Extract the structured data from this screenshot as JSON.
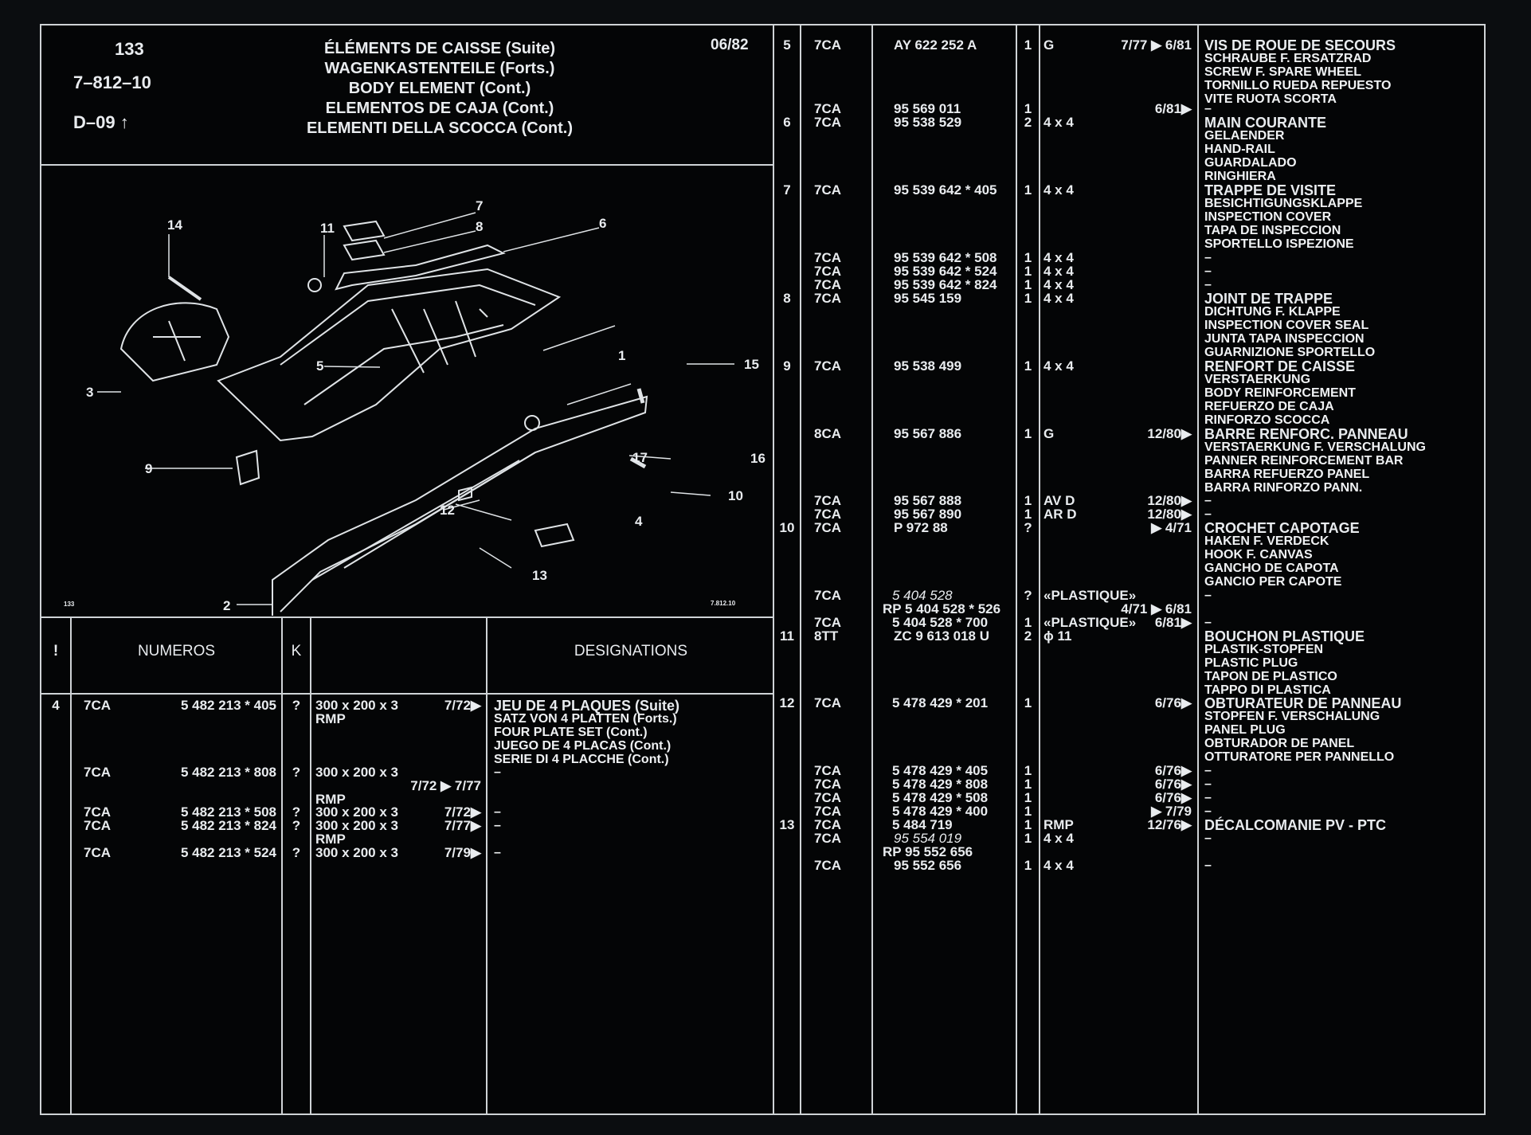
{
  "header": {
    "page": "133",
    "ref": "7–812–10",
    "section": "D–09",
    "date": "06/82",
    "titles": [
      "ÉLÉMENTS DE CAISSE (Suite)",
      "WAGENKASTENTEILE (Forts.)",
      "BODY ELEMENT (Cont.)",
      "ELEMENTOS DE CAJA (Cont.)",
      "ELEMENTI DELLA SCOCCA (Cont.)"
    ]
  },
  "diagram": {
    "page_label": "133",
    "figure_label": "7.812.10",
    "callouts": [
      "1",
      "2",
      "3",
      "4",
      "5",
      "6",
      "7",
      "8",
      "9",
      "10",
      "11",
      "12",
      "13",
      "14",
      "15",
      "16",
      "17"
    ]
  },
  "columns": {
    "item": "!",
    "numbers": "NUMEROS",
    "k": "K",
    "designations": "DESIGNATIONS"
  },
  "left_rows": [
    {
      "item": "4",
      "code": "7CA",
      "number": "5 482 213 * 405",
      "k": "?",
      "spec": "300 x 200 x 3",
      "date": "7/72▶",
      "extra": "RMP",
      "desc": [
        [
          "JEU DE 4 PLAQUES (Suite)",
          "main"
        ],
        [
          "SATZ VON 4 PLATTEN (Forts.)",
          "sub"
        ],
        [
          "FOUR PLATE SET (Cont.)",
          "sub"
        ],
        [
          "JUEGO DE 4 PLACAS (Cont.)",
          "sub"
        ],
        [
          "SERIE DI 4 PLACCHE (Cont.)",
          "sub"
        ]
      ]
    },
    {
      "item": "",
      "code": "7CA",
      "number": "5 482 213 * 808",
      "k": "?",
      "spec": "300 x 200 x 3",
      "date": "7/72 ▶ 7/77",
      "extra": "RMP",
      "desc": [
        [
          "–",
          "sub"
        ]
      ]
    },
    {
      "item": "",
      "code": "7CA",
      "number": "5 482 213 * 508",
      "k": "?",
      "spec": "300 x 200 x 3",
      "date": "7/72▶",
      "extra": "",
      "desc": [
        [
          "–",
          "sub"
        ]
      ]
    },
    {
      "item": "",
      "code": "7CA",
      "number": "5 482 213 * 824",
      "k": "?",
      "spec": "300 x 200 x 3",
      "date": "7/77▶",
      "extra": "RMP",
      "desc": [
        [
          "–",
          "sub"
        ]
      ]
    },
    {
      "item": "",
      "code": "7CA",
      "number": "5 482 213 * 524",
      "k": "?",
      "spec": "300 x 200 x 3",
      "date": "7/79▶",
      "extra": "",
      "desc": [
        [
          "–",
          "sub"
        ]
      ]
    }
  ],
  "right_rows": [
    {
      "item": "5",
      "code": "7CA",
      "number": "AY 622 252 A",
      "qty": "1",
      "spec": "G",
      "date": "7/77 ▶ 6/81",
      "desc": [
        [
          "VIS DE ROUE DE SECOURS",
          "main"
        ],
        [
          "SCHRAUBE F. ERSATZRAD",
          "sub"
        ],
        [
          "SCREW F. SPARE WHEEL",
          "sub"
        ],
        [
          "TORNILLO RUEDA REPUESTO",
          "sub"
        ],
        [
          "VITE RUOTA SCORTA",
          "sub"
        ]
      ]
    },
    {
      "item": "",
      "code": "7CA",
      "number": "95 569 011",
      "qty": "1",
      "spec": "",
      "date": "6/81▶",
      "desc": [
        [
          "–",
          "sub"
        ]
      ]
    },
    {
      "item": "6",
      "code": "7CA",
      "number": "95 538 529",
      "qty": "2",
      "spec": "4 x 4",
      "date": "",
      "desc": [
        [
          "MAIN COURANTE",
          "main"
        ],
        [
          "GELAENDER",
          "sub"
        ],
        [
          "HAND-RAIL",
          "sub"
        ],
        [
          "GUARDALADO",
          "sub"
        ],
        [
          "RINGHIERA",
          "sub"
        ]
      ]
    },
    {
      "item": "7",
      "code": "7CA",
      "number": "95 539 642 * 405",
      "qty": "1",
      "spec": "4 x 4",
      "date": "",
      "desc": [
        [
          "TRAPPE DE VISITE",
          "main"
        ],
        [
          "BESICHTIGUNGSKLAPPE",
          "sub"
        ],
        [
          "INSPECTION COVER",
          "sub"
        ],
        [
          "TAPA DE INSPECCION",
          "sub"
        ],
        [
          "SPORTELLO ISPEZIONE",
          "sub"
        ]
      ]
    },
    {
      "item": "",
      "code": "7CA",
      "number": "95 539 642 * 508",
      "qty": "1",
      "spec": "4 x 4",
      "date": "",
      "desc": [
        [
          "–",
          "sub"
        ]
      ]
    },
    {
      "item": "",
      "code": "7CA",
      "number": "95 539 642 * 524",
      "qty": "1",
      "spec": "4 x 4",
      "date": "",
      "desc": [
        [
          "–",
          "sub"
        ]
      ]
    },
    {
      "item": "",
      "code": "7CA",
      "number": "95 539 642 * 824",
      "qty": "1",
      "spec": "4 x 4",
      "date": "",
      "desc": [
        [
          "–",
          "sub"
        ]
      ]
    },
    {
      "item": "8",
      "code": "7CA",
      "number": "95 545 159",
      "qty": "1",
      "spec": "4 x 4",
      "date": "",
      "desc": [
        [
          "JOINT DE TRAPPE",
          "main"
        ],
        [
          "DICHTUNG F. KLAPPE",
          "sub"
        ],
        [
          "INSPECTION COVER SEAL",
          "sub"
        ],
        [
          "JUNTA TAPA INSPECCION",
          "sub"
        ],
        [
          "GUARNIZIONE SPORTELLO",
          "sub"
        ]
      ]
    },
    {
      "item": "9",
      "code": "7CA",
      "number": "95 538 499",
      "qty": "1",
      "spec": "4 x 4",
      "date": "",
      "desc": [
        [
          "RENFORT DE CAISSE",
          "main"
        ],
        [
          "VERSTAERKUNG",
          "sub"
        ],
        [
          "BODY REINFORCEMENT",
          "sub"
        ],
        [
          "REFUERZO DE CAJA",
          "sub"
        ],
        [
          "RINFORZO SCOCCA",
          "sub"
        ]
      ]
    },
    {
      "item": "",
      "code": "8CA",
      "number": "95 567 886",
      "qty": "1",
      "spec": "G",
      "date": "12/80▶",
      "desc": [
        [
          "BARRE RENFORC. PANNEAU",
          "main"
        ],
        [
          "VERSTAERKUNG F. VERSCHALUNG",
          "sub"
        ],
        [
          "PANNER REINFORCEMENT BAR",
          "sub"
        ],
        [
          "BARRA REFUERZO PANEL",
          "sub"
        ],
        [
          "BARRA RINFORZO PANN.",
          "sub"
        ]
      ]
    },
    {
      "item": "",
      "code": "7CA",
      "number": "95 567 888",
      "qty": "1",
      "spec": "AV D",
      "date": "12/80▶",
      "desc": [
        [
          "–",
          "sub"
        ]
      ]
    },
    {
      "item": "",
      "code": "7CA",
      "number": "95 567 890",
      "qty": "1",
      "spec": "AR D",
      "date": "12/80▶",
      "desc": [
        [
          "–",
          "sub"
        ]
      ]
    },
    {
      "item": "10",
      "code": "7CA",
      "number": "P 972  88",
      "qty": "?",
      "spec": "",
      "date": "▶ 4/71",
      "desc": [
        [
          "CROCHET CAPOTAGE",
          "main"
        ],
        [
          "HAKEN F. VERDECK",
          "sub"
        ],
        [
          "HOOK F. CANVAS",
          "sub"
        ],
        [
          "GANCHO DE CAPOTA",
          "sub"
        ],
        [
          "GANCIO PER CAPOTE",
          "sub"
        ]
      ]
    },
    {
      "item": "",
      "code": "7CA",
      "number": "5 404 528",
      "qty": "?",
      "spec": "«PLASTIQUE»",
      "date": "",
      "desc": [
        [
          "–",
          "sub"
        ]
      ]
    },
    {
      "item": "",
      "code": "",
      "number": "RP 5 404 528 * 526",
      "qty": "",
      "spec": "",
      "date": "4/71 ▶ 6/81",
      "desc": []
    },
    {
      "item": "",
      "code": "7CA",
      "number": "5 404 528 * 700",
      "qty": "1",
      "spec": "«PLASTIQUE»",
      "date": "6/81▶",
      "desc": [
        [
          "–",
          "sub"
        ]
      ]
    },
    {
      "item": "11",
      "code": "8TT",
      "number": "ZC 9 613 018 U",
      "qty": "2",
      "spec": "ϕ 11",
      "date": "",
      "desc": [
        [
          "BOUCHON PLASTIQUE",
          "main"
        ],
        [
          "PLASTIK-STOPFEN",
          "sub"
        ],
        [
          "PLASTIC PLUG",
          "sub"
        ],
        [
          "TAPON DE PLASTICO",
          "sub"
        ],
        [
          "TAPPO DI PLASTICA",
          "sub"
        ]
      ]
    },
    {
      "item": "12",
      "code": "7CA",
      "number": "5 478 429 * 201",
      "qty": "1",
      "spec": "",
      "date": "6/76▶",
      "desc": [
        [
          "OBTURATEUR DE PANNEAU",
          "main"
        ],
        [
          "STOPFEN F. VERSCHALUNG",
          "sub"
        ],
        [
          "PANEL PLUG",
          "sub"
        ],
        [
          "OBTURADOR DE PANEL",
          "sub"
        ],
        [
          "OTTURATORE PER PANNELLO",
          "sub"
        ]
      ]
    },
    {
      "item": "",
      "code": "7CA",
      "number": "5 478 429 * 405",
      "qty": "1",
      "spec": "",
      "date": "6/76▶",
      "desc": [
        [
          "–",
          "sub"
        ]
      ]
    },
    {
      "item": "",
      "code": "7CA",
      "number": "5 478 429 * 808",
      "qty": "1",
      "spec": "",
      "date": "6/76▶",
      "desc": [
        [
          "–",
          "sub"
        ]
      ]
    },
    {
      "item": "",
      "code": "7CA",
      "number": "5 478 429 * 508",
      "qty": "1",
      "spec": "",
      "date": "6/76▶",
      "desc": [
        [
          "–",
          "sub"
        ]
      ]
    },
    {
      "item": "",
      "code": "7CA",
      "number": "5 478 429 * 400",
      "qty": "1",
      "spec": "",
      "date": "▶ 7/79",
      "desc": [
        [
          "–",
          "sub"
        ]
      ]
    },
    {
      "item": "13",
      "code": "7CA",
      "number": "5 484 719",
      "qty": "1",
      "spec": "RMP",
      "date": "12/76▶",
      "desc": [
        [
          "DÉCALCOMANIE PV - PTC",
          "main"
        ]
      ]
    },
    {
      "item": "",
      "code": "7CA",
      "number": "95 554 019",
      "qty": "1",
      "spec": "4 x 4",
      "date": "",
      "desc": [
        [
          "–",
          "sub"
        ]
      ]
    },
    {
      "item": "",
      "code": "",
      "number": "RP 95 552 656",
      "qty": "",
      "spec": "",
      "date": "",
      "desc": []
    },
    {
      "item": "",
      "code": "7CA",
      "number": "95 552 656",
      "qty": "1",
      "spec": "4 x 4",
      "date": "",
      "desc": [
        [
          "–",
          "sub"
        ]
      ]
    }
  ]
}
